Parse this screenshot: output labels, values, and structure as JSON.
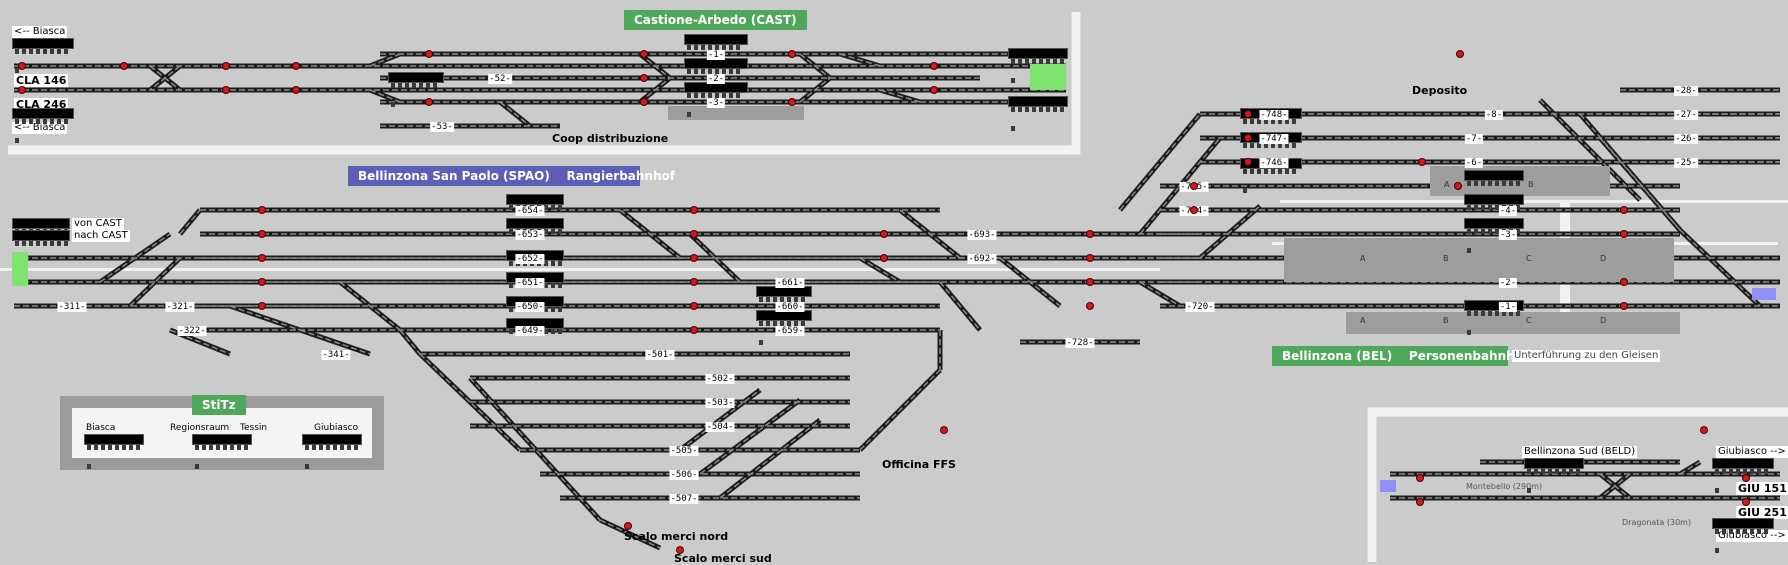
{
  "stations": {
    "cast": "Castione-Arbedo (CAST)",
    "spao_left": "Bellinzona San Paolo (SPAO)",
    "spao_right": "Rangierbahnhof",
    "bel_left": "Bellinzona (BEL)",
    "bel_right": "Personenbahnhof",
    "stitz": "StiTz",
    "beld": "Bellinzona Sud (BELD)"
  },
  "places": {
    "deposito": "Deposito",
    "coop": "Coop distribuzione",
    "officina": "Officina FFS",
    "scalo_nord": "Scalo merci nord",
    "scalo_sud": "Scalo merci sud"
  },
  "links": {
    "biasca_top": "<-- Biasca",
    "biasca_bottom": "<-- Biasca",
    "cla146": "CLA 146",
    "cla246": "CLA 246",
    "von_cast": "von CAST",
    "nach_cast": "nach CAST",
    "giubiasco_top": "Giubiasco -->",
    "giubiasco_bottom": "Giubiasco -->",
    "giu151": "GIU 151",
    "giu251": "GIU 251"
  },
  "notes": {
    "underpass": "Unterführung zu den Gleisen",
    "montebello": "Montebello (290m)",
    "dragonata": "Dragonata (30m)"
  },
  "stitz_panel": {
    "biasca": "Biasca",
    "regionsraum": "Regionsraum",
    "tessin": "Tessin",
    "giubiasco": "Giubiasco"
  },
  "tracks": {
    "cast": [
      "-1-",
      "-2-",
      "-3-",
      "-52-",
      "-53-"
    ],
    "spao": [
      "-654-",
      "-653-",
      "-652-",
      "-651-",
      "-650-",
      "-649-",
      "-311-",
      "-321-",
      "-322-",
      "-341-",
      "-661-",
      "-660-",
      "-659-",
      "-693-",
      "-692-",
      "-501-",
      "-502-",
      "-503-",
      "-504-",
      "-505-",
      "-506-",
      "-507-"
    ],
    "bel": [
      "-748-",
      "-747-",
      "-746-",
      "-745-",
      "-724-",
      "-720-",
      "-728-",
      "-8-",
      "-7-",
      "-6-",
      "-4-",
      "-3-",
      "-2-",
      "-1-"
    ],
    "deposito": [
      "-28-",
      "-27-",
      "-26-",
      "-25-"
    ]
  },
  "sections": [
    "A",
    "B",
    "C",
    "D"
  ],
  "colors": {
    "background": "#cbcbcb",
    "title_green": "#4fa85a",
    "title_blue": "#5b5fb8",
    "signal_red": "#d21a1a",
    "track_dark": "#1c1c1c",
    "occupied_green": "#7fe36f",
    "entry_blue": "#8f8ff5"
  }
}
